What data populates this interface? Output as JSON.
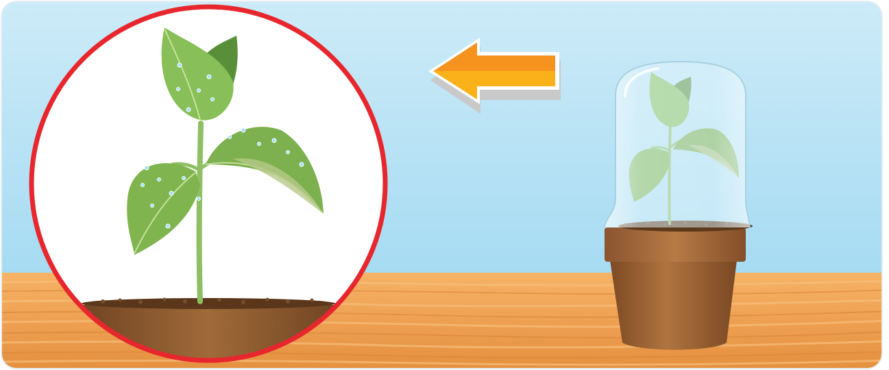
{
  "scene": {
    "description_colors": {
      "sky_top": "#c9e9f7",
      "sky_bottom": "#a9dcf3",
      "table_light": "#f3a85a",
      "table_dark": "#e08a35",
      "soil": "#8a5a35",
      "leaf": "#7fb24a",
      "leaf_dark": "#4f8a2e",
      "magnifier_ring": "#e8262d",
      "arrow": "#f7a11a",
      "pot": "#a86a3a"
    },
    "icons": [
      "magnifier-circle",
      "left-arrow-icon",
      "bell-jar",
      "flower-pot",
      "seedling"
    ]
  }
}
